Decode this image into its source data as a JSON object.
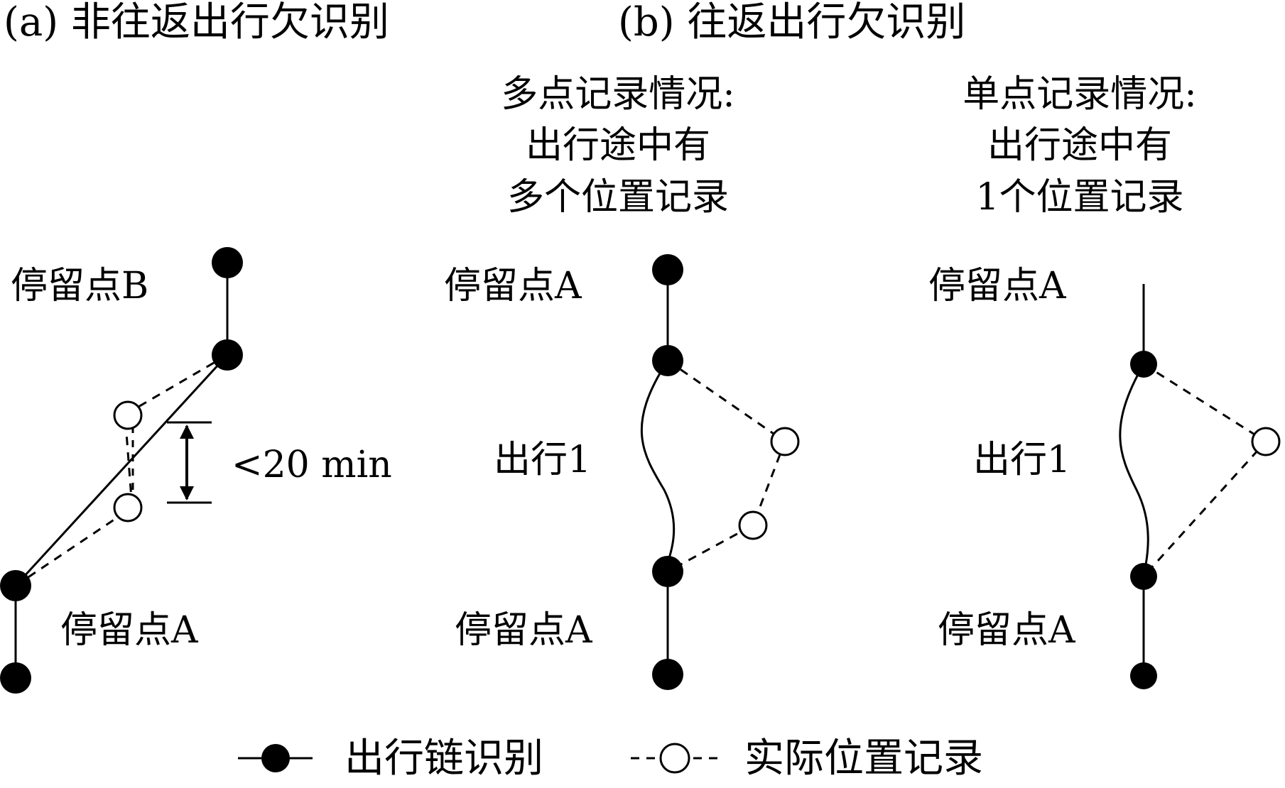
{
  "panel_a": {
    "title": "(a) 非往返出行欠识别",
    "stop_top": "停留点B",
    "stop_bottom": "停留点A",
    "interval": "<20 min"
  },
  "panel_b": {
    "title": "(b) 往返出行欠识别",
    "multi": {
      "heading": [
        "多点记录情况:",
        "出行途中有",
        "多个位置记录"
      ],
      "stop_top": "停留点A",
      "trip": "出行1",
      "stop_bottom": "停留点A"
    },
    "single": {
      "heading": [
        "单点记录情况:",
        "出行途中有",
        "1个位置记录"
      ],
      "stop_top": "停留点A",
      "trip": "出行1",
      "stop_bottom": "停留点A"
    }
  },
  "legend": {
    "chain_label": "出行链识别",
    "record_label": "实际位置记录"
  },
  "colors": {
    "ink": "#000000",
    "background": "#ffffff"
  }
}
